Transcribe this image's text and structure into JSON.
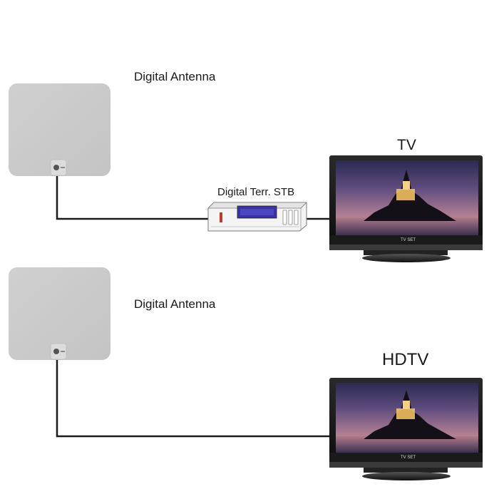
{
  "diagram": {
    "top_setup": {
      "antenna_label": "Digital Antenna",
      "stb_label": "Digital Terr. STB",
      "tv_label": "TV",
      "tv_brand": "TV SET"
    },
    "bottom_setup": {
      "antenna_label": "Digital Antenna",
      "tv_label": "HDTV",
      "tv_brand": "TV SET"
    }
  }
}
